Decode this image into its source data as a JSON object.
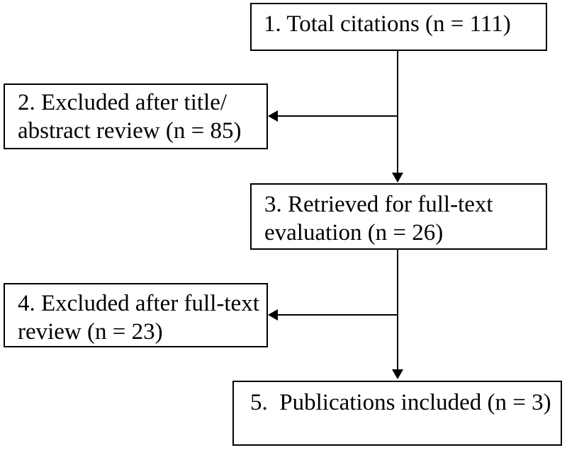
{
  "diagram": {
    "type": "flowchart",
    "background_color": "#ffffff",
    "line_color": "#000000",
    "text_color": "#000000",
    "boxes": [
      {
        "step": "1",
        "label": "1. Total citations (n = 111)"
      },
      {
        "step": "2",
        "label": "2. Excluded after title/\nabstract review (n = 85)"
      },
      {
        "step": "3",
        "label": "3. Retrieved for full-text\nevaluation (n = 26)"
      },
      {
        "step": "4",
        "label": "4. Excluded after full-text\nreview (n = 23)"
      },
      {
        "step": "5",
        "label": "5.  Publications included (n = 3)"
      }
    ],
    "connections": [
      {
        "from": "1",
        "to": "3",
        "style": "vertical-arrow-down"
      },
      {
        "from": "1-3 line",
        "to": "2",
        "style": "horizontal-arrow-left"
      },
      {
        "from": "3",
        "to": "5",
        "style": "vertical-arrow-down"
      },
      {
        "from": "3-5 line",
        "to": "4",
        "style": "horizontal-arrow-left"
      }
    ]
  }
}
